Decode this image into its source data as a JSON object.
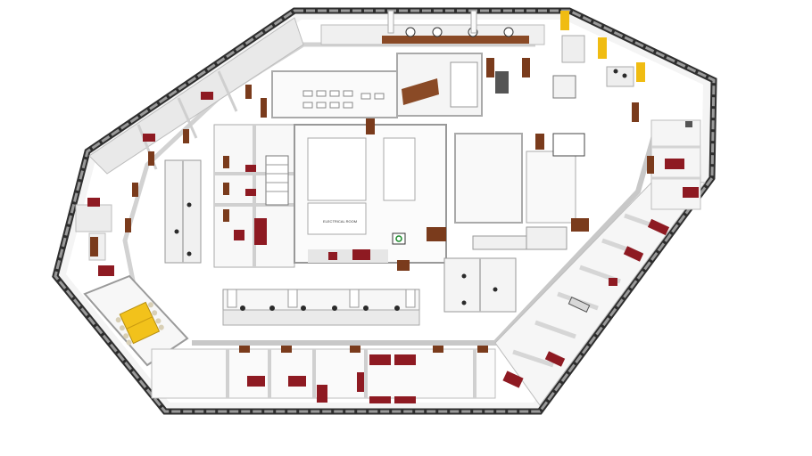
{
  "diagram": {
    "type": "3d-axonometric-office-floor-plan",
    "style": "sketchup-render",
    "colors": {
      "background": "#ffffff",
      "floor": "#ffffff",
      "interior_wall": "#e6e6e6",
      "wall_shadow": "#b9b9b9",
      "exterior_wall": "#3a3a3a",
      "window_glass": "#8f8f8f",
      "furniture_red": "#8e1a22",
      "door_wood": "#7a3b1c",
      "conference_table": "#f2c21b",
      "column_yellow": "#f0bc12",
      "counter_wood": "#8a4a26",
      "chair_dark": "#2b2b2b"
    },
    "labels": {
      "electrical_room": "ELECTRICAL ROOM"
    },
    "zones": [
      {
        "name": "perimeter-offices-north-west",
        "count": 6
      },
      {
        "name": "perimeter-offices-south",
        "count": 6
      },
      {
        "name": "perimeter-offices-south-east",
        "count": 7
      },
      {
        "name": "perimeter-offices-east",
        "count": 4
      },
      {
        "name": "conference-room",
        "table": "yellow",
        "chairs": 10
      },
      {
        "name": "training-room",
        "tables": 12
      },
      {
        "name": "break-room-kitchen"
      },
      {
        "name": "reception-counter"
      },
      {
        "name": "open-workstations-center",
        "seats": 12
      },
      {
        "name": "open-workstations-east",
        "seats": 6
      },
      {
        "name": "open-workstations-west",
        "seats": 6
      },
      {
        "name": "core-restrooms"
      },
      {
        "name": "electrical-room"
      },
      {
        "name": "stairwell"
      },
      {
        "name": "yellow-columns",
        "count": 3
      }
    ]
  }
}
